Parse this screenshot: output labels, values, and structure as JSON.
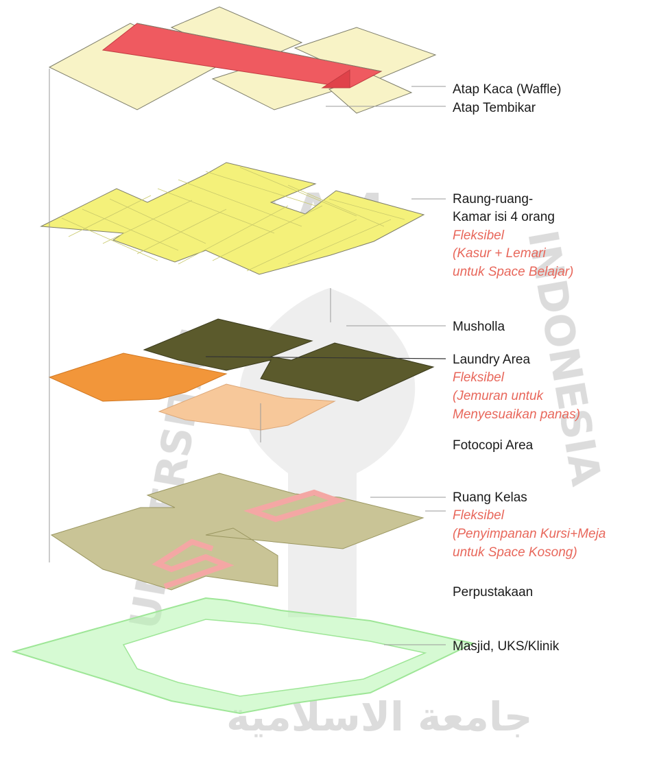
{
  "colors": {
    "roof_glass": "#f8f3c6",
    "roof_tile": "#ef5a60",
    "rooms": "#f4f17a",
    "musholla": "#5b5a2c",
    "laundry": "#f2963a",
    "fotocopi": "#f7c89a",
    "kelas": "#c9c496",
    "kelas_storage": "#f4a7a4",
    "masjid": "#b4f5ae",
    "note": "#e8675b",
    "watermark": "#d9d9d9"
  },
  "labels": [
    {
      "id": "atap-kaca",
      "name": "Atap Kaca (Waffle)",
      "notes": []
    },
    {
      "id": "atap-tembikar",
      "name": "Atap Tembikar",
      "notes": []
    },
    {
      "id": "kamar",
      "name": [
        "Raung-ruang-",
        "Kamar isi 4 orang"
      ],
      "notes": [
        "Fleksibel",
        "(Kasur + Lemari",
        "untuk Space Belajar)"
      ]
    },
    {
      "id": "musholla",
      "name": "Musholla",
      "notes": []
    },
    {
      "id": "laundry",
      "name": "Laundry Area",
      "notes": [
        "Fleksibel",
        "(Jemuran untuk",
        "Menyesuaikan panas)"
      ]
    },
    {
      "id": "fotocopi",
      "name": "Fotocopi Area",
      "notes": []
    },
    {
      "id": "kelas",
      "name": "Ruang Kelas",
      "notes": [
        "Fleksibel",
        "(Penyimpanan Kursi+Meja",
        "untuk Space Kosong)"
      ]
    },
    {
      "id": "perpustakaan",
      "name": "Perpustakaan",
      "notes": []
    },
    {
      "id": "masjid",
      "name": "Masjid, UKS/Klinik",
      "notes": []
    }
  ],
  "watermark": {
    "arc_top": "ISLAM",
    "arc_left": "UNIVERSITAS",
    "arc_right": "INDONESIA",
    "bottom_script": "ﺟﺎﻣﻌﺔ ﺍﻻﺳﻼﻣﻴﺔ"
  }
}
